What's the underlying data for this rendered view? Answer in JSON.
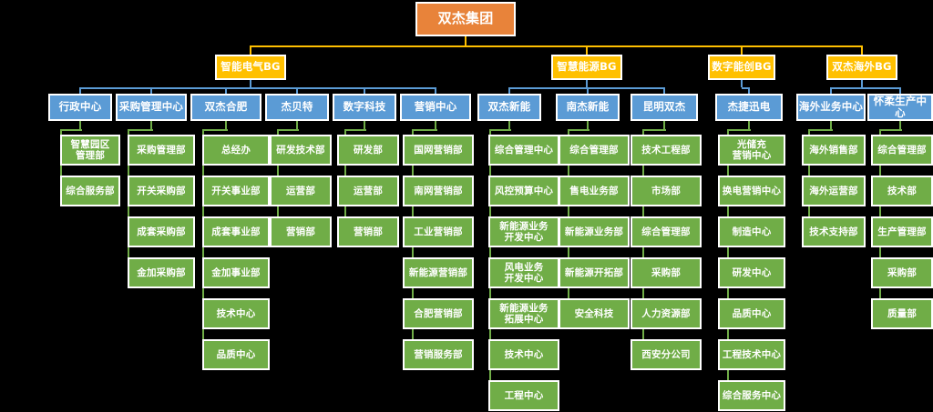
{
  "colors": {
    "root": "#E8833A",
    "bg": "#FFC000",
    "dept": "#5B9BD5",
    "leaf": "#70AD47",
    "canvas": "#000000",
    "border": "#FFFFFF"
  },
  "root": {
    "label": "双杰集团"
  },
  "divisions": [
    {
      "label": "智能电气BG",
      "departments": [
        {
          "label": "行政中心",
          "teams": [
            "智慧园区\n管理部",
            "综合服务部"
          ]
        },
        {
          "label": "采购管理中心",
          "teams": [
            "采购管理部",
            "开关采购部",
            "成套采购部",
            "金加采购部"
          ]
        },
        {
          "label": "双杰合肥",
          "teams": [
            "总经办",
            "开关事业部",
            "成套事业部",
            "金加事业部",
            "技术中心",
            "品质中心"
          ]
        },
        {
          "label": "杰贝特",
          "teams": [
            "研发技术部",
            "运营部",
            "营销部"
          ]
        },
        {
          "label": "数字科技",
          "teams": [
            "研发部",
            "运营部",
            "营销部"
          ]
        },
        {
          "label": "营销中心",
          "teams": [
            "国网营销部",
            "南网营销部",
            "工业营销部",
            "新能源营销部",
            "合肥营销部",
            "营销服务部"
          ]
        }
      ]
    },
    {
      "label": "智慧能源BG",
      "departments": [
        {
          "label": "双杰新能",
          "teams": [
            "综合管理中心",
            "风控预算中心",
            "新能源业务\n开发中心",
            "风电业务\n开发中心",
            "新能源业务\n拓展中心",
            "技术中心",
            "工程中心"
          ]
        },
        {
          "label": "南杰新能",
          "teams": [
            "综合管理部",
            "售电业务部",
            "新能源业务部",
            "新能源开拓部",
            "安全科技"
          ]
        },
        {
          "label": "昆明双杰",
          "teams": [
            "技术工程部",
            "市场部",
            "综合管理部",
            "采购部",
            "人力资源部",
            "西安分公司"
          ]
        }
      ]
    },
    {
      "label": "数字能创BG",
      "departments": [
        {
          "label": "杰捷迅电",
          "teams": [
            "光储充\n营销中心",
            "换电营销中心",
            "制造中心",
            "研发中心",
            "品质中心",
            "工程技术中心",
            "综合服务中心"
          ]
        }
      ]
    },
    {
      "label": "双杰海外BG",
      "departments": [
        {
          "label": "海外业务中心",
          "teams": [
            "海外销售部",
            "海外运营部",
            "技术支持部"
          ]
        },
        {
          "label": "怀柔生产中心",
          "teams": [
            "综合管理部",
            "技术部",
            "生产管理部",
            "采购部",
            "质量部"
          ]
        }
      ]
    }
  ]
}
